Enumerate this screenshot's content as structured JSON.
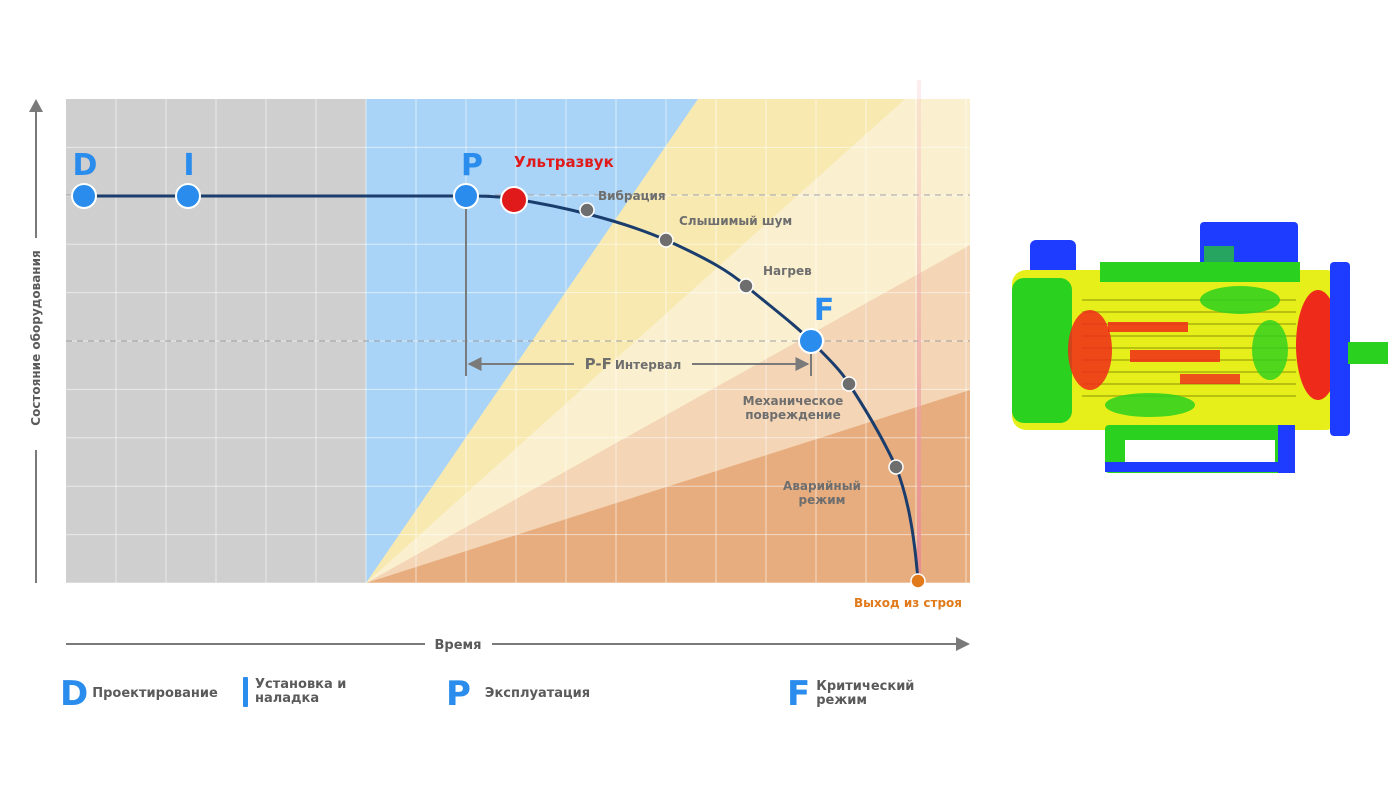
{
  "axes": {
    "y_label": "Состояние оборудования",
    "x_label": "Время"
  },
  "milestones": {
    "d": "D",
    "i": "I",
    "p": "P",
    "f": "F"
  },
  "curve_labels": {
    "ultrasound": "Ультразвук",
    "vibration": "Вибрация",
    "audible_noise": "Слышимый шум",
    "heating": "Нагрев",
    "mechanical_damage_line1": "Механическое",
    "mechanical_damage_line2": "повреждение",
    "emergency_line1": "Аварийный",
    "emergency_line2": "режим",
    "failure": "Выход из строя"
  },
  "pf_interval": {
    "prefix": "P-F",
    "label": "Интервал"
  },
  "legend": [
    {
      "letter": "D",
      "lines": [
        "Проектирование"
      ]
    },
    {
      "letter": "I",
      "lines": [
        "Установка и",
        "наладка"
      ]
    },
    {
      "letter": "P",
      "lines": [
        "Эксплуатация"
      ]
    },
    {
      "letter": "F",
      "lines": [
        "Критический",
        "режим"
      ]
    }
  ],
  "colors": {
    "design_zone": "#cfcfcf",
    "operation_zone": "#a9d4f7",
    "zone_yellow": "#f8e9b0",
    "zone_light_yellow": "#faf0cf",
    "zone_peach": "#f4d5b5",
    "zone_orange": "#e7ad7e",
    "curve": "#1a3d6d",
    "milestone": "#2a8cec",
    "ultrasound": "#e01a1a",
    "sensor_dot": "#6e6e6e",
    "failure": "#e07a1a",
    "label_gray": "#6e6e6e"
  },
  "thermal_image": {
    "palette": [
      "#1e3cff",
      "#2ad11e",
      "#e6ef1a",
      "#ee2a1a"
    ]
  }
}
